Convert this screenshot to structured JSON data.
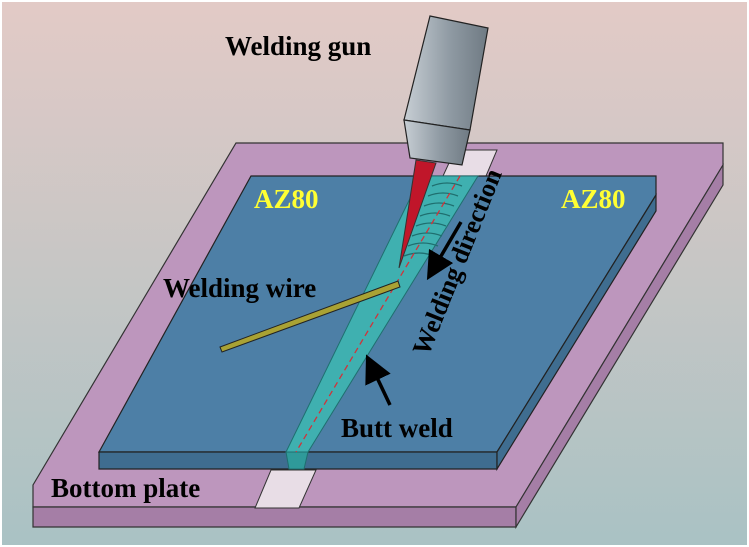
{
  "labels": {
    "welding_gun": "Welding gun",
    "az80_left": "AZ80",
    "az80_right": "AZ80",
    "welding_wire": "Welding wire",
    "welding_direction": "Welding direction",
    "butt_weld": "Butt weld",
    "bottom_plate": "Bottom plate"
  },
  "colors": {
    "background_top": "#e3cac6",
    "background_bottom": "#a9c2c4",
    "bottom_plate": "#bd96bd",
    "bottom_plate_side": "#a57ea6",
    "az80_plate": "#4d7fa6",
    "az80_plate_side": "#3f6d90",
    "weld_seam": "#3fb0b0",
    "weld_bead": "#2f9a9a",
    "torch_tip": "#c0162a",
    "welding_gun": "#8f9aa3",
    "wire": "#a9a234",
    "az80_text": "#ffff33"
  }
}
